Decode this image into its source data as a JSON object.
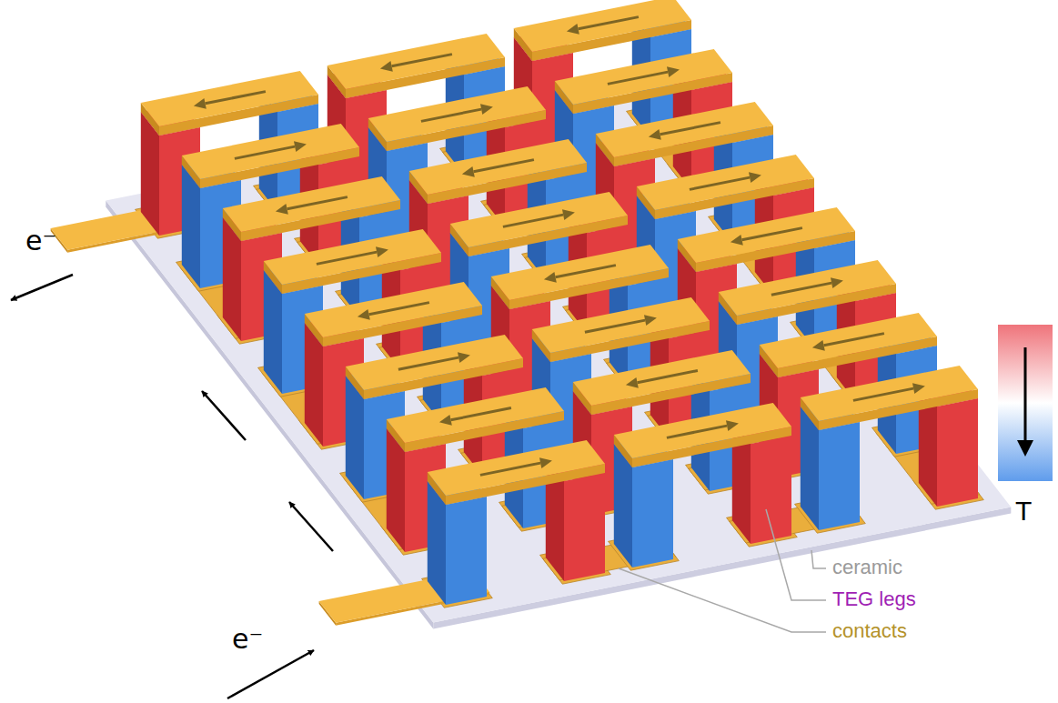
{
  "diagram": {
    "labels": [
      "e⁻",
      "e⁻",
      "T",
      "ceramic",
      "TEG legs",
      "contacts"
    ]
  }
}
